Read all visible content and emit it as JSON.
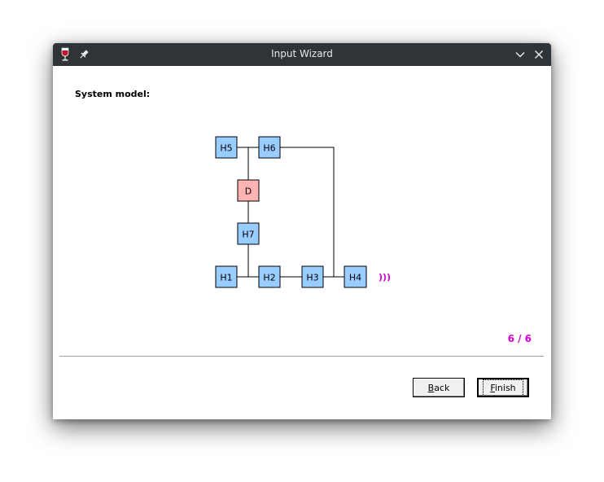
{
  "window": {
    "title": "Input Wizard"
  },
  "titlebar_icons": {
    "app": "wine-glass-icon",
    "pin": "pin-icon",
    "minimize": "chevron-down-icon",
    "close": "close-icon"
  },
  "content": {
    "section_label": "System model:",
    "pager": "6 / 6"
  },
  "diagram": {
    "nodes": [
      {
        "id": "H5",
        "label": "H5",
        "kind": "host"
      },
      {
        "id": "H6",
        "label": "H6",
        "kind": "host"
      },
      {
        "id": "D",
        "label": "D",
        "kind": "device"
      },
      {
        "id": "H7",
        "label": "H7",
        "kind": "host"
      },
      {
        "id": "H1",
        "label": "H1",
        "kind": "host"
      },
      {
        "id": "H2",
        "label": "H2",
        "kind": "host"
      },
      {
        "id": "H3",
        "label": "H3",
        "kind": "host"
      },
      {
        "id": "H4",
        "label": "H4",
        "kind": "host"
      }
    ],
    "wireless_indicator": ")))",
    "colors": {
      "host": "#99ccff",
      "device": "#ffb3b3",
      "wireless": "#d400d4"
    }
  },
  "buttons": {
    "back": {
      "mnemonic": "B",
      "rest": "ack"
    },
    "finish": {
      "mnemonic": "F",
      "rest": "inish"
    }
  }
}
